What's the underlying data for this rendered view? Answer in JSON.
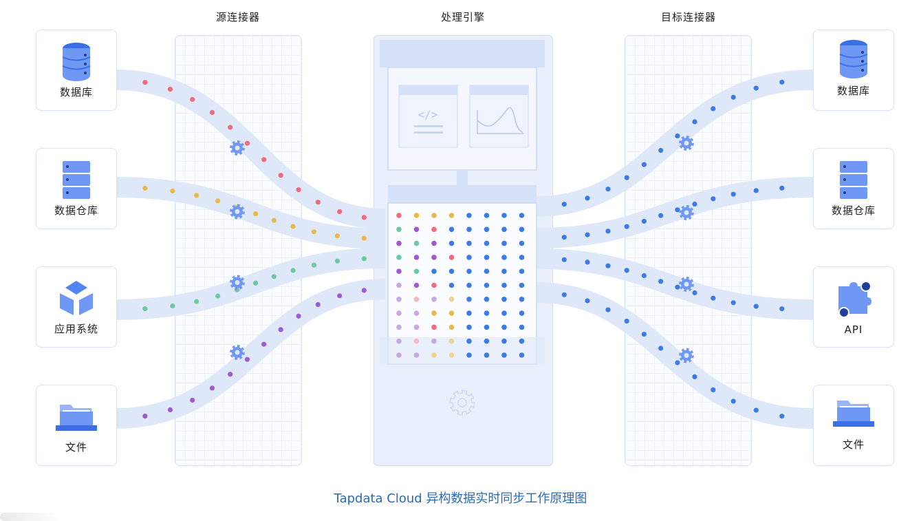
{
  "columns": {
    "source": "源连接器",
    "engine": "处理引擎",
    "target": "目标连接器"
  },
  "sources": [
    {
      "label": "数据库",
      "icon": "database-icon"
    },
    {
      "label": "数据仓库",
      "icon": "data-warehouse-icon"
    },
    {
      "label": "应用系统",
      "icon": "application-system-icon"
    },
    {
      "label": "文件",
      "icon": "folder-icon"
    }
  ],
  "targets": [
    {
      "label": "数据库",
      "icon": "database-icon"
    },
    {
      "label": "数据仓库",
      "icon": "data-warehouse-icon"
    },
    {
      "label": "API",
      "icon": "api-puzzle-icon"
    },
    {
      "label": "文件",
      "icon": "folder-icon"
    }
  ],
  "caption": "Tapdata Cloud 异构数据实时同步工作原理图",
  "colors": {
    "red": "#f06b7c",
    "yellow": "#e8b94a",
    "green": "#6cc9a0",
    "purple": "#9d5bd0",
    "blue": "#3b7be8",
    "flow": "#dfe8f8",
    "icon_blue": "#4c7cf0",
    "caption": "#2a6ab8"
  }
}
